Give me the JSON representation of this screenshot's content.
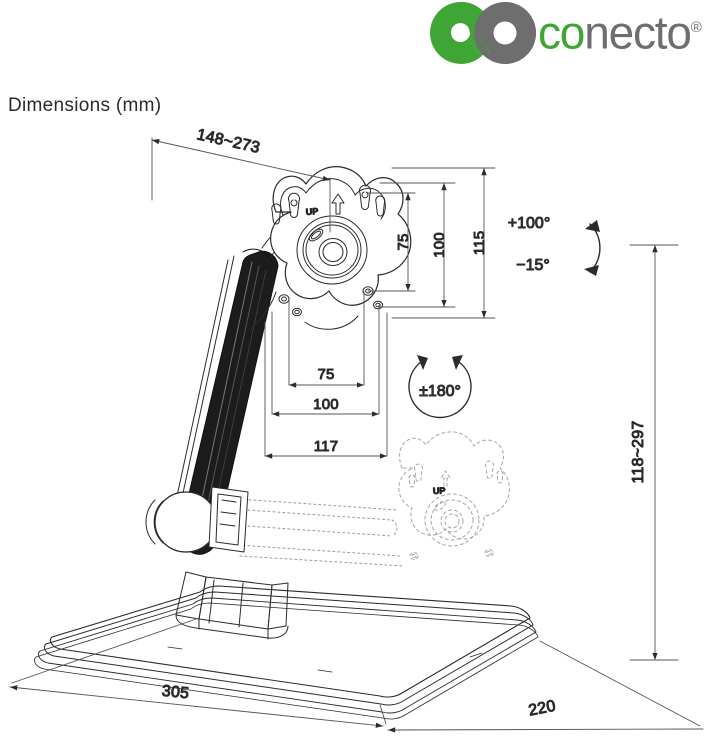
{
  "brand": {
    "logo_mark": "conecto-infinity-logo",
    "word_green": "co",
    "word_gray": "necto",
    "registered": "®",
    "color_green": "#3FA535",
    "color_gray": "#6E6E6E"
  },
  "title": "Dimensions (mm)",
  "dimensions": {
    "reach": "148~273",
    "vesa_v_inner": "75",
    "vesa_v_outer": "100",
    "bracket_height": "115",
    "vesa_h_inner": "75",
    "vesa_h_outer": "100",
    "bracket_width": "117",
    "height_range": "118~297",
    "base_depth": "305",
    "base_width": "220"
  },
  "angles": {
    "tilt_up": "+100°",
    "tilt_down": "−15°",
    "rotation": "±180°"
  },
  "labels": {
    "vesa_up": "UP",
    "vesa_up_ghost": "UP"
  },
  "colors": {
    "line": "#2b2b2b",
    "thin_line": "#555555",
    "ghost_line": "#9a9a9a",
    "arm_dark": "#1a1a1a",
    "background": "#ffffff"
  }
}
